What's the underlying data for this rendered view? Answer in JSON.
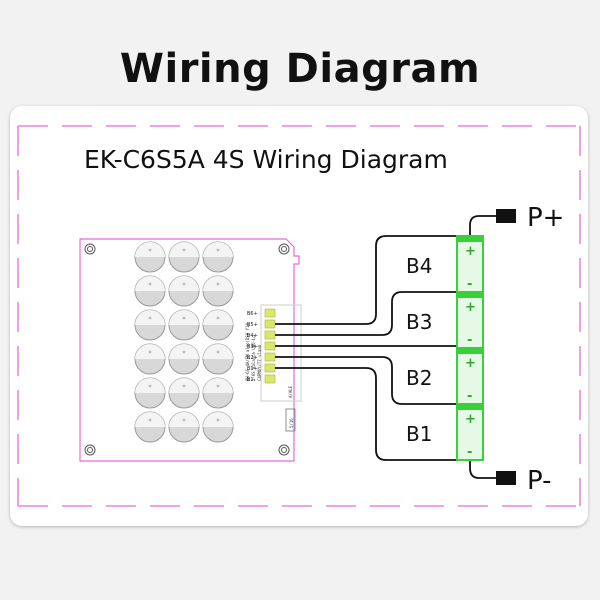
{
  "title": "Wiring Diagram",
  "subtitle": "EK-C6S5A  4S Wiring Diagram",
  "cells": [
    {
      "label": "B4"
    },
    {
      "label": "B3"
    },
    {
      "label": "B2"
    },
    {
      "label": "B1"
    }
  ],
  "terminals": {
    "positive": "P+",
    "negative": "P-"
  },
  "connector_pins": [
    "B6+",
    "B5+",
    "B4+",
    "B3+",
    "B2+",
    "B1+",
    "B1-"
  ],
  "board_text": {
    "line1": "BH-6S 4A/SM algo(DSH Y14",
    "line2": "2-6S Balance UNO-Lo",
    "line3": "C4PM6Y/T7 vlaab",
    "mark": "A/ALE",
    "chip": "5/16"
  },
  "polarity": {
    "plus": "+",
    "minus": "-"
  },
  "colors": {
    "accent_pink": "#e86ad8",
    "cell_green": "#39d139",
    "cell_fill": "#e6f8e6",
    "wire": "#111111",
    "connector": "#d9e86a"
  }
}
